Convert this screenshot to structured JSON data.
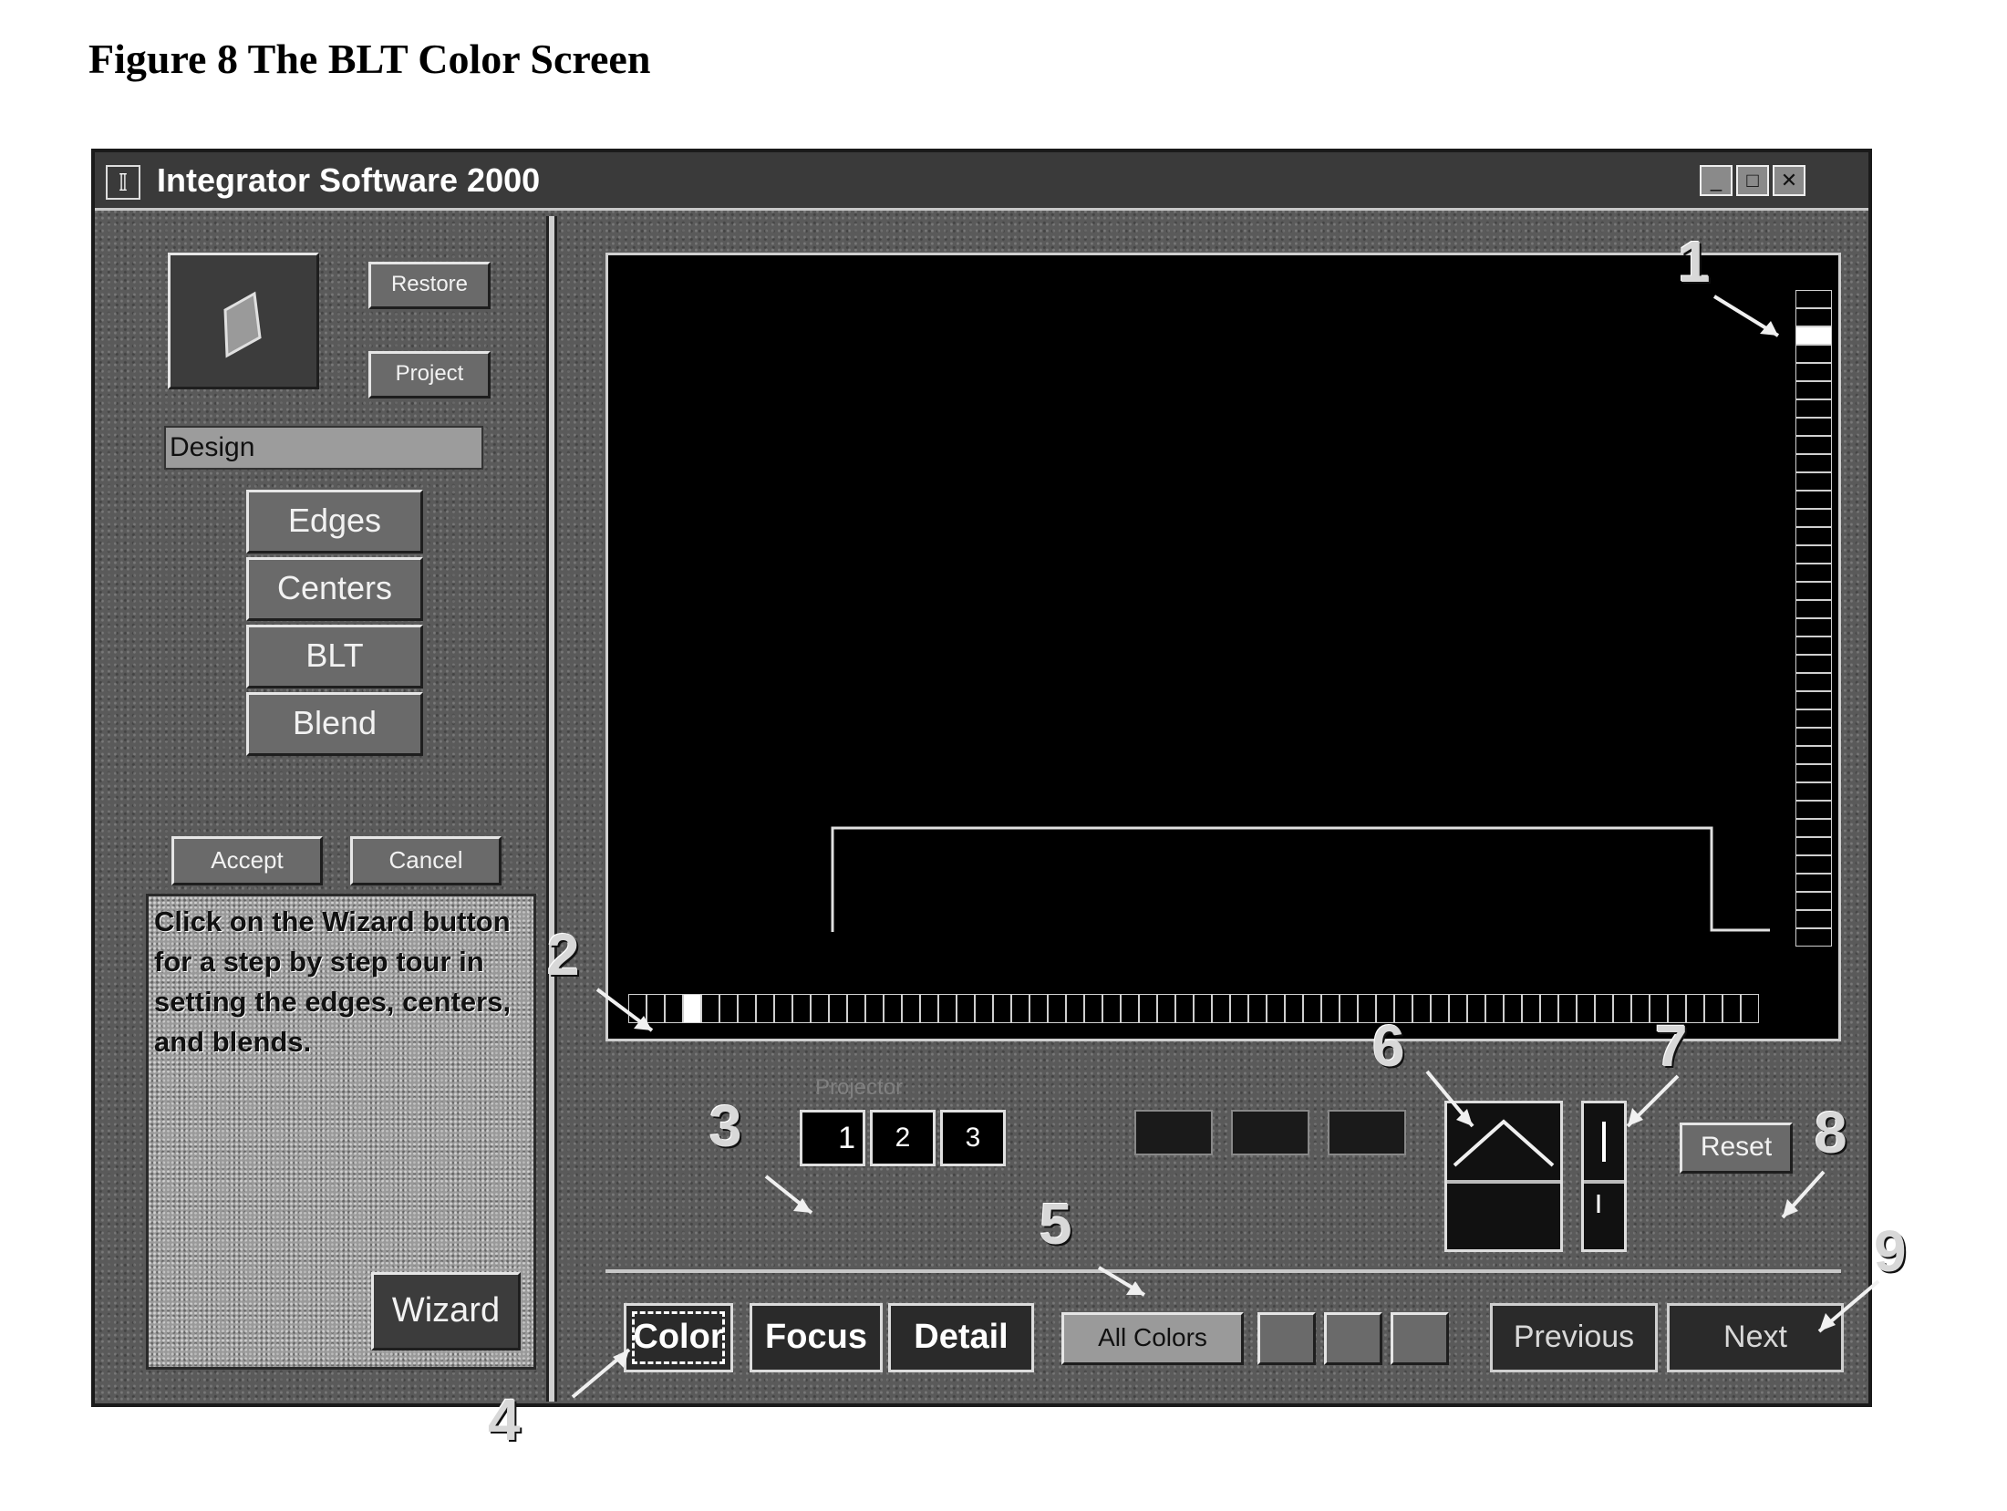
{
  "caption": "Figure 8  The BLT Color Screen",
  "window": {
    "title": "Integrator Software 2000",
    "icon": "integrator-logo-icon",
    "controls": [
      "minimize-icon",
      "maximize-icon",
      "close-icon"
    ],
    "control_glyphs": {
      "minimize": "_",
      "maximize": "□",
      "close": "✕"
    }
  },
  "sidebar": {
    "btn_top": "Restore",
    "btn_second": "Project",
    "design_label": "Design",
    "steps": [
      "Edges",
      "Centers",
      "BLT",
      "Blend"
    ],
    "btn_accept": "Accept",
    "btn_cancel": "Cancel",
    "help_text": "Click on the Wizard button for a step by step tour in setting the edges, centers, and blends.",
    "wizard": "Wizard"
  },
  "controls": {
    "projector_label": "Projector",
    "projector_buttons": [
      "1",
      "2",
      "3"
    ],
    "reset": "Reset"
  },
  "bottom_bar": {
    "tabs": [
      "Color",
      "Focus",
      "Detail"
    ],
    "all_colors": "All Colors",
    "previous": "Previous",
    "next": "Next"
  },
  "callouts": [
    "1",
    "2",
    "3",
    "4",
    "5",
    "6",
    "7",
    "8",
    "9"
  ],
  "colors": {
    "window": "#5a5a5a",
    "screen": "#000000",
    "text": "#ffffff"
  }
}
